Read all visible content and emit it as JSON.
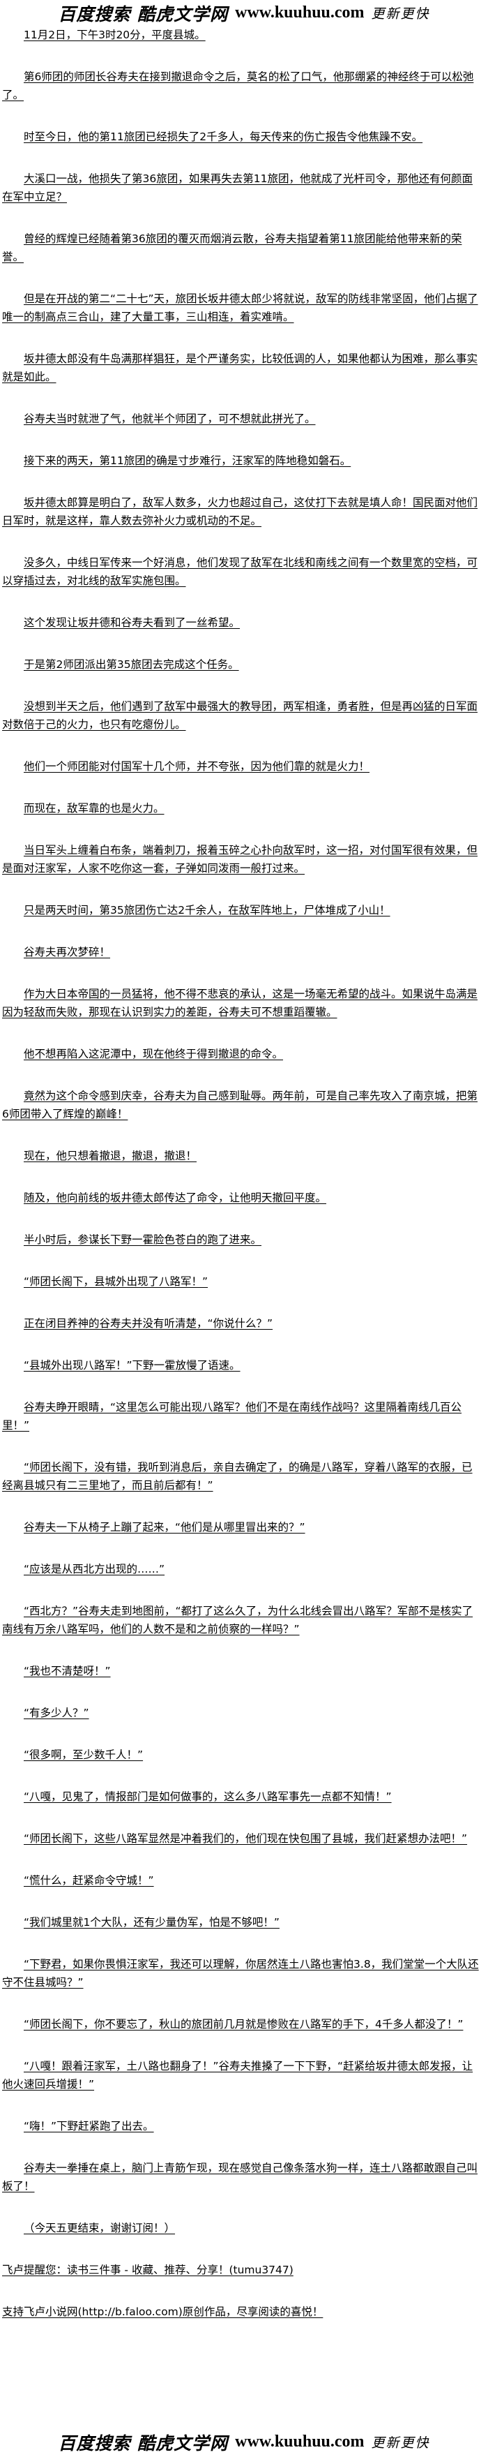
{
  "header_logo": {
    "site_name": "百度搜索 酷虎文学网",
    "url": "www.kuuhuu.com",
    "slogan": "更新更快"
  },
  "paragraphs": [
    "11月2日，下午3时20分，平度县城。",
    "第6师团的师团长谷寿夫在接到撤退命令之后，莫名的松了口气，他那绷紧的神经终于可以松弛了。",
    "时至今日，他的第11旅团已经损失了2千多人，每天传来的伤亡报告令他焦躁不安。",
    "大溪口一战，他损失了第36旅团，如果再失去第11旅团，他就成了光杆司令，那他还有何颜面在军中立足？",
    "曾经的辉煌已经随着第36旅团的覆灭而烟消云散，谷寿夫指望着第11旅团能给他带来新的荣誉。",
    "但是在开战的第二“二十七”天，旅团长坂井德太郎少将就说，敌军的防线非常坚固，他们占据了唯一的制高点三合山，建了大量工事，三山相连，着实难啃。",
    "坂井德太郎没有牛岛满那样猖狂，是个严谨务实，比较低调的人，如果他都认为困难，那么事实就是如此。",
    "谷寿夫当时就泄了气，他就半个师团了，可不想就此拼光了。",
    "接下来的两天，第11旅团的确是寸步难行，汪家军的阵地稳如磐石。",
    "坂井德太郎算是明白了，敌军人数多，火力也超过自己，这仗打下去就是填人命！国民面对他们日军时，就是这样，靠人数去弥补火力或机动的不足。",
    "没多久，中线日军传来一个好消息，他们发现了敌军在北线和南线之间有一个数里宽的空档，可以穿插过去，对北线的敌军实施包围。",
    "这个发现让坂井德和谷寿夫看到了一丝希望。",
    "于是第2师团派出第35旅团去完成这个任务。",
    "没想到半天之后，他们遇到了敌军中最强大的教导团，两军相逢，勇者胜，但是再凶猛的日军面对数倍于己的火力，也只有吃瘪份儿。",
    "他们一个师团能对付国军十几个师，并不夸张，因为他们靠的就是火力！",
    "而现在，敌军靠的也是火力。",
    "当日军头上缠着白布条，端着刺刀，报着玉碎之心扑向敌军时，这一招，对付国军很有效果，但是面对汪家军，人家不吃你这一套，子弹如同泼雨一般打过来。",
    "只是两天时间，第35旅团伤亡达2千余人，在敌军阵地上，尸体堆成了小山！",
    "谷寿夫再次梦碎！",
    "作为大日本帝国的一员猛将，他不得不悲哀的承认，这是一场毫无希望的战斗。如果说牛岛满是因为轻敌而失败，那现在认识到实力的差距，谷寿夫可不想重蹈覆辙。",
    "他不想再陷入这泥潭中，现在他终于得到撤退的命令。",
    "竟然为这个命令感到庆幸，谷寿夫为自己感到耻辱。两年前，可是自己率先攻入了南京城，把第6师团带入了辉煌的巅峰！",
    "现在，他只想着撤退，撤退，撤退！",
    "随及，他向前线的坂井德太郎传达了命令，让他明天撤回平度。",
    "半小时后，参谋长下野一霍脸色苍白的跑了进来。",
    "“师团长阁下，县城外出现了八路军！”",
    "正在闭目养神的谷寿夫并没有听清楚，“你说什么？”",
    "“县城外出现八路军！”下野一霍放慢了语速。",
    "谷寿夫睁开眼睛，“这里怎么可能出现八路军？他们不是在南线作战吗？这里隔着南线几百公里！”",
    "“师团长阁下，没有错，我听到消息后，亲自去确定了，的确是八路军，穿着八路军的衣服，已经离县城只有二三里地了，而且前后都有！”",
    "谷寿夫一下从椅子上蹦了起来，“他们是从哪里冒出来的？”",
    "“应该是从西北方出现的……”",
    "“西北方？”谷寿夫走到地图前，“都打了这么久了，为什么北线会冒出八路军？军部不是核实了南线有万余八路军吗，他们的人数不是和之前侦察的一样吗？”",
    "“我也不清楚呀！”",
    "“有多少人？”",
    "“很多啊，至少数千人！”",
    "“八嘎，见鬼了，情报部门是如何做事的，这么多八路军事先一点都不知情！”",
    "“师团长阁下，这些八路军显然是冲着我们的，他们现在快包围了县城，我们赶紧想办法吧！”",
    "“慌什么，赶紧命令守城！”",
    "“我们城里就1个大队，还有少量伪军，怕是不够吧！”",
    "“下野君，如果你畏惧汪家军，我还可以理解，你居然连土八路也害怕3.8，我们堂堂一个大队还守不住县城吗？”",
    "“师团长阁下，你不要忘了，秋山的旅团前几月就是惨败在八路军的手下，4千多人都没了！”",
    "“八嘎！跟着汪家军，土八路也翻身了！”谷寿夫推搡了一下下野，“赶紧给坂井德太郎发报，让他火速回兵增援！”",
    "“嗨！”下野赶紧跑了出去。",
    "谷寿夫一拳捶在桌上，脑门上青筋乍现，现在感觉自己像条落水狗一样，连土八路都敢跟自己叫板了！",
    "（今天五更结束，谢谢订阅！）"
  ],
  "footer": {
    "reminder": "飞卢提醒您：读书三件事 - 收藏、推荐、分享！(tumu3747)",
    "support": "支持飞卢小说网(http://b.faloo.com)原创作品，尽享阅读的喜悦！"
  },
  "footer_logo": {
    "site_name": "百度搜索 酷虎文学网",
    "url": "www.kuuhuu.com",
    "slogan": "更新更快"
  }
}
